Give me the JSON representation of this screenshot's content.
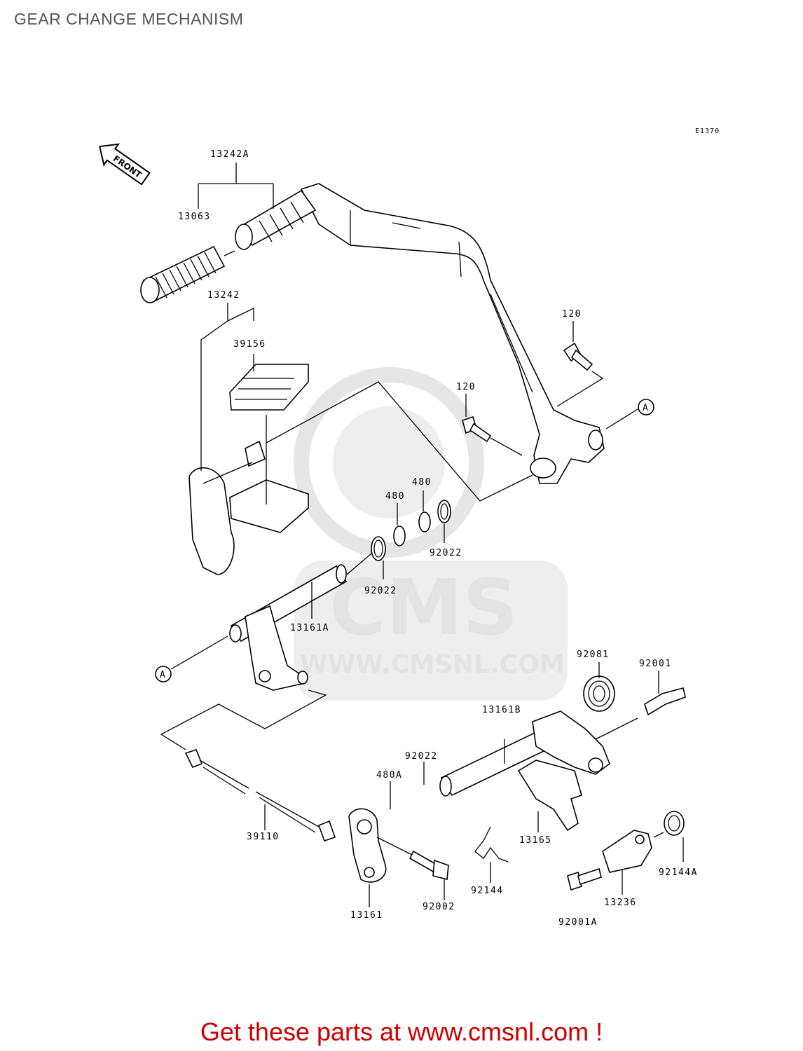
{
  "title": "GEAR CHANGE MECHANISM",
  "ref_code": "E1370",
  "front_label": "FRONT",
  "callouts": {
    "c13242A": "13242A",
    "c13063": "13063",
    "c13242": "13242",
    "c39156": "39156",
    "c120a": "120",
    "c120b": "120",
    "cA1": "A",
    "c480a": "480",
    "c480b": "480",
    "c92022a": "92022",
    "c92022b": "92022",
    "c13161A": "13161A",
    "cA2": "A",
    "c92081": "92081",
    "c92001": "92001",
    "c13161B": "13161B",
    "c92022c": "92022",
    "c480A": "480A",
    "c39110": "39110",
    "c13165": "13165",
    "c92144": "92144",
    "c13161": "13161",
    "c92002": "92002",
    "c92144A": "92144A",
    "c13236": "13236",
    "c92001A": "92001A"
  },
  "watermark": {
    "brand": "CMS",
    "url": "WWW.CMSNL.COM"
  },
  "footer": "Get these parts at www.cmsnl.com !"
}
